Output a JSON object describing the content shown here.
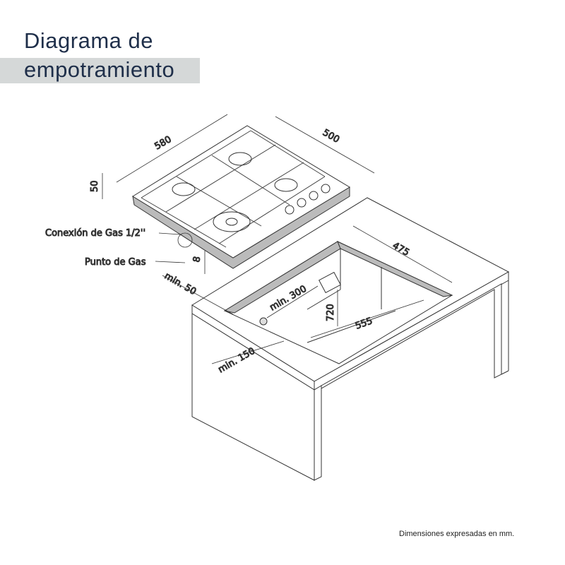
{
  "title": {
    "line1": "Diagrama de",
    "line2": "empotramiento"
  },
  "dimensions": {
    "width": "580",
    "depth": "500",
    "height": "50",
    "gap": "8",
    "cut_depth": "475",
    "cut_width": "555",
    "min_back": "min. 50",
    "min_side": "min. 300",
    "gas_height": "720",
    "min_front": "min. 150"
  },
  "labels": {
    "gas_connection": "Conexión de Gas 1/2''",
    "gas_point": "Punto de Gas"
  },
  "footnote": "Dimensiones expresadas en mm."
}
